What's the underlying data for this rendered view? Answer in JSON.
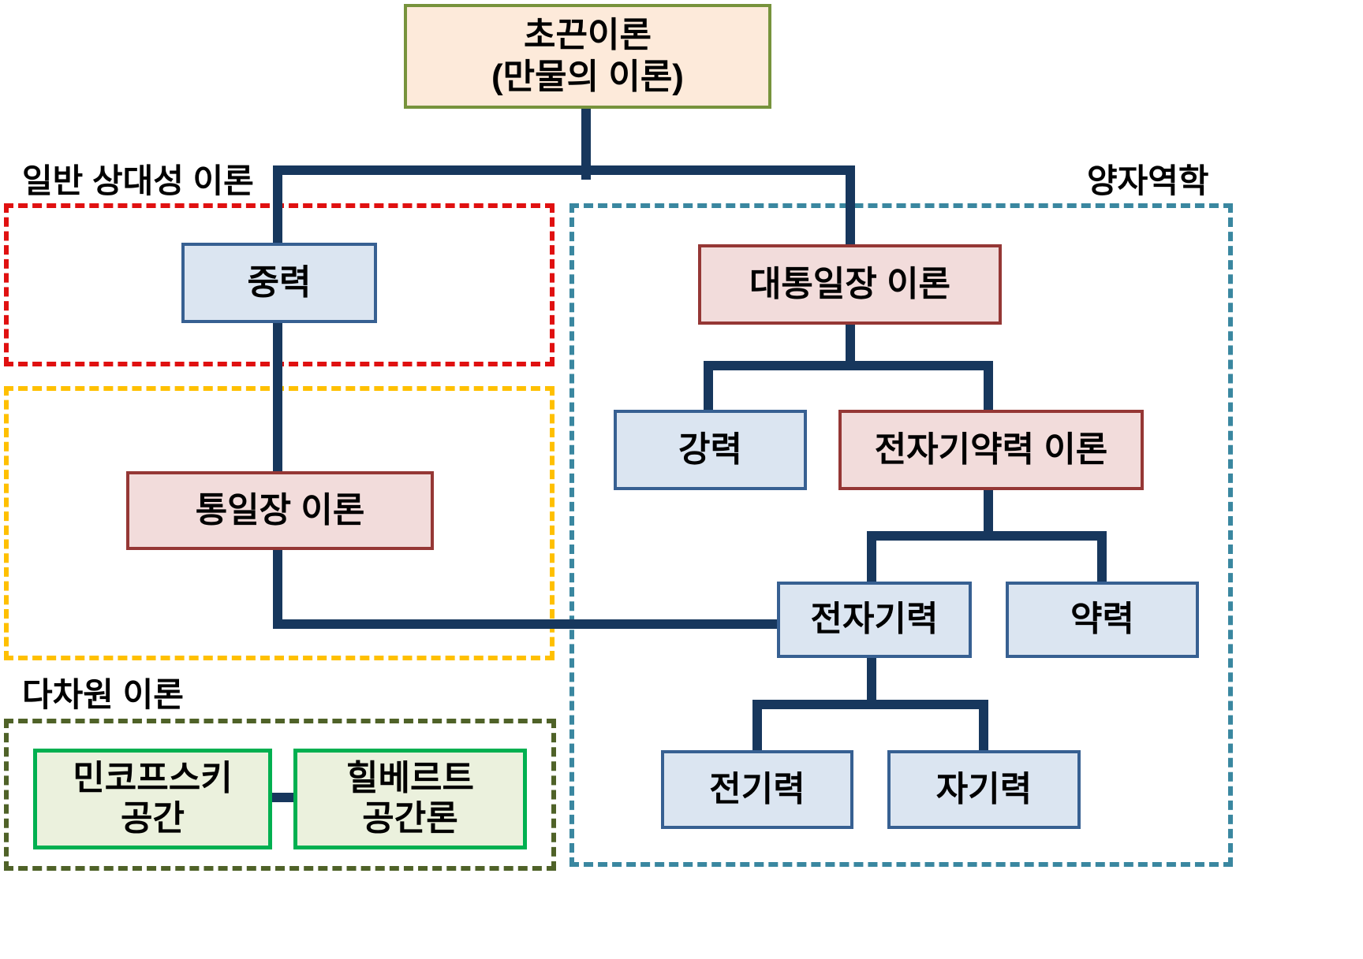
{
  "title_box": {
    "line1": "초끈이론",
    "line2": "(만물의 이론)"
  },
  "section_labels": {
    "general_relativity": "일반 상대성 이론",
    "quantum_mechanics": "양자역학",
    "multidimensional": "다차원 이론"
  },
  "nodes": {
    "gravity": "중력",
    "unified_field": "통일장 이론",
    "grand_unified": "대통일장 이론",
    "strong_force": "강력",
    "electroweak": "전자기약력 이론",
    "electromagnetic": "전자기력",
    "weak_force": "약력",
    "electric_force": "전기력",
    "magnetic_force": "자기력",
    "minkowski_line1": "민코프스키",
    "minkowski_line2": "공간",
    "hilbert_line1": "힐베르트",
    "hilbert_line2": "공간론"
  },
  "colors": {
    "connector": "#17375d",
    "blue_fill": "#dbe5f1",
    "blue_border": "#376092",
    "pink_fill": "#f2dcdb",
    "pink_border": "#953735",
    "peach_fill": "#fdeada",
    "olive_border": "#77933c",
    "green_fill": "#ebf1dd",
    "green_border": "#00b050",
    "red_dashed": "#e01010",
    "yellow_dashed": "#ffc000",
    "teal_dashed": "#3a87a0",
    "darkgreen_dashed": "#4f6228"
  }
}
